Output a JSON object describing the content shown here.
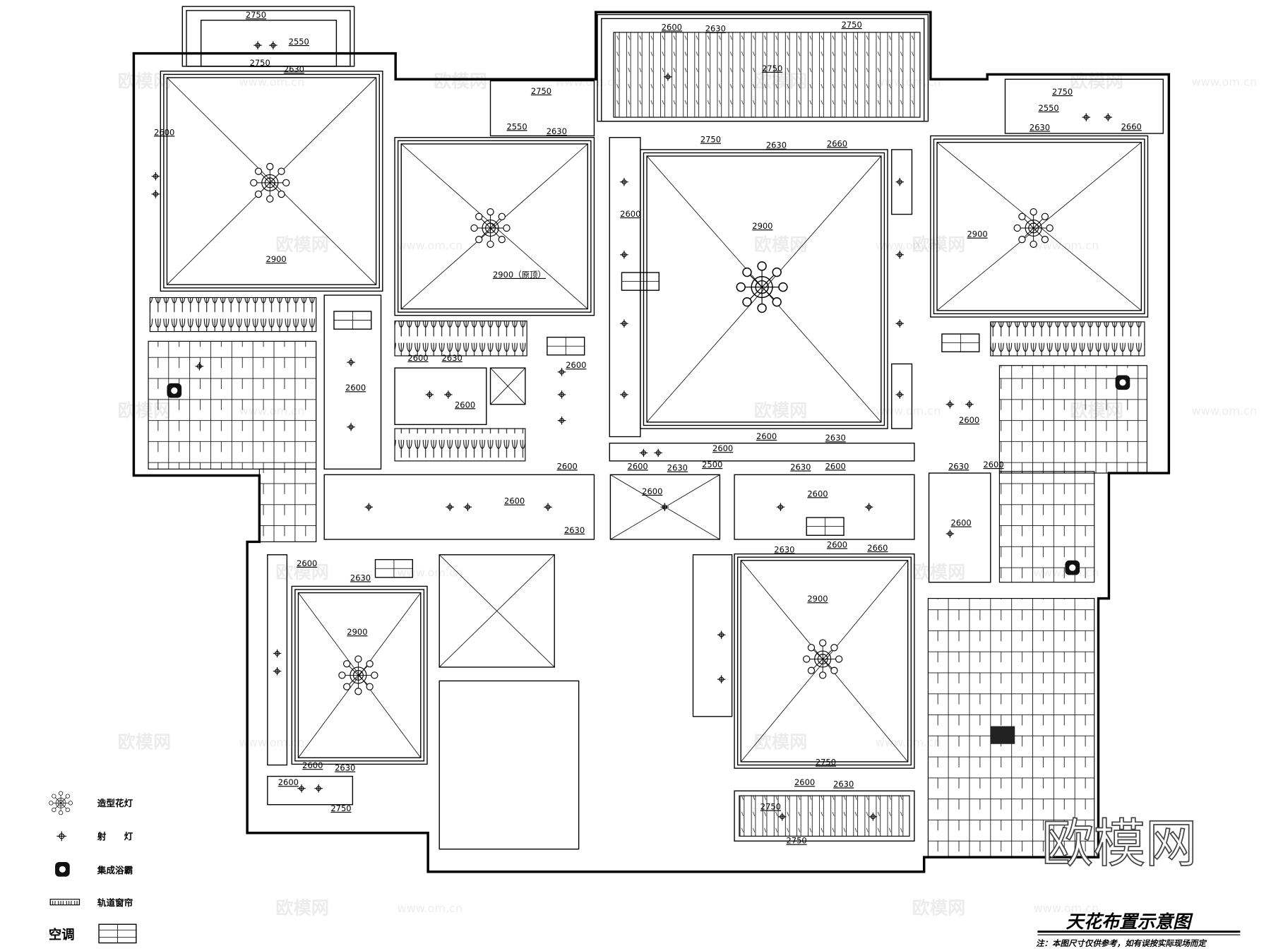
{
  "title": "天花布置示意图",
  "note": "注：本图尺寸仅供参考，如有误按实际现场而定",
  "legend": [
    {
      "label": "造型花灯",
      "icon": "chandelier-icon"
    },
    {
      "label": "射　　灯",
      "icon": "spotlight-icon"
    },
    {
      "label": "集成浴霸",
      "icon": "bath-heater-icon"
    },
    {
      "label": "轨道窗帘",
      "icon": "curtain-track-icon"
    },
    {
      "label": "空调",
      "icon": "air-conditioner-icon"
    }
  ],
  "heights": {
    "h2900": "2900",
    "h2900_orig": "2900（原顶）",
    "h2750": "2750",
    "h2660": "2660",
    "h2630": "2630",
    "h2600": "2600",
    "h2550": "2550",
    "h2500": "2500"
  },
  "watermark": {
    "brand": "欧模网",
    "url": "www.om.cn"
  }
}
